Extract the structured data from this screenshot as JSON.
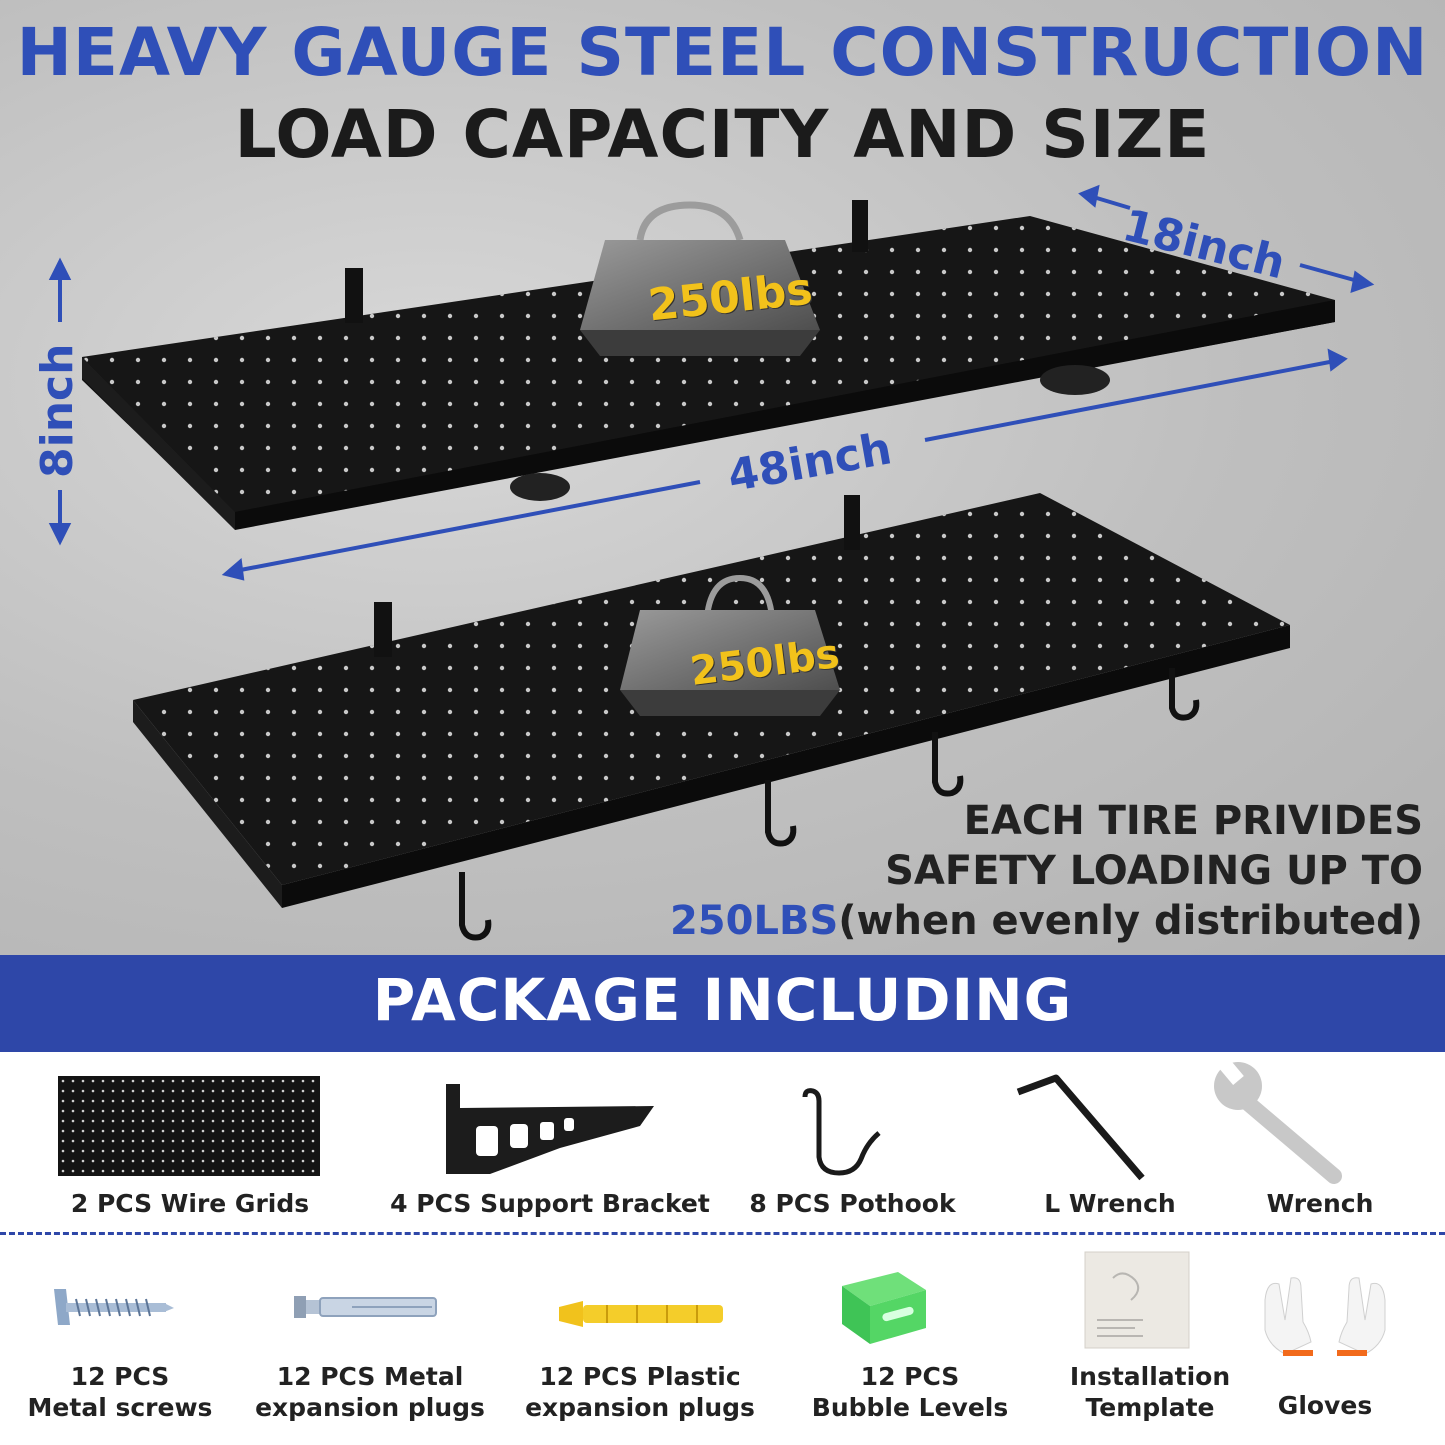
{
  "header": {
    "title": "HEAVY GAUGE STEEL CONSTRUCTION",
    "subtitle": "LOAD CAPACITY AND SIZE"
  },
  "dimensions": {
    "depth": "18inch",
    "height": "8inch",
    "width": "48inch"
  },
  "weights": {
    "top": "250lbs",
    "bottom": "250lbs"
  },
  "note": {
    "line1": "EACH TIRE PRIVIDES",
    "line2": "SAFETY LOADING UP TO",
    "highlight": "250LBS",
    "rest": "(when evenly distributed)"
  },
  "package": {
    "title": "PACKAGE INCLUDING",
    "row1": [
      {
        "label": "2 PCS Wire Grids",
        "icon": "wire-grid-icon"
      },
      {
        "label": "4 PCS Support Bracket",
        "icon": "support-bracket-icon"
      },
      {
        "label": "8 PCS Pothook",
        "icon": "pothook-icon"
      },
      {
        "label": "L Wrench",
        "icon": "l-wrench-icon"
      },
      {
        "label": "Wrench",
        "icon": "wrench-icon"
      }
    ],
    "row2": [
      {
        "line1": "12 PCS",
        "line2": "Metal screws",
        "icon": "screw-icon"
      },
      {
        "line1": "12 PCS Metal",
        "line2": "expansion plugs",
        "icon": "metal-plug-icon"
      },
      {
        "line1": "12 PCS Plastic",
        "line2": "expansion plugs",
        "icon": "plastic-plug-icon"
      },
      {
        "line1": "12 PCS",
        "line2": "Bubble Levels",
        "icon": "bubble-level-icon"
      },
      {
        "line1": "Installation",
        "line2": "Template",
        "icon": "template-icon"
      },
      {
        "line1": "Gloves",
        "line2": "",
        "icon": "gloves-icon"
      }
    ]
  },
  "colors": {
    "accent": "#2f4fb8",
    "band": "#2e47a8",
    "weight_text": "#f2c21b"
  }
}
